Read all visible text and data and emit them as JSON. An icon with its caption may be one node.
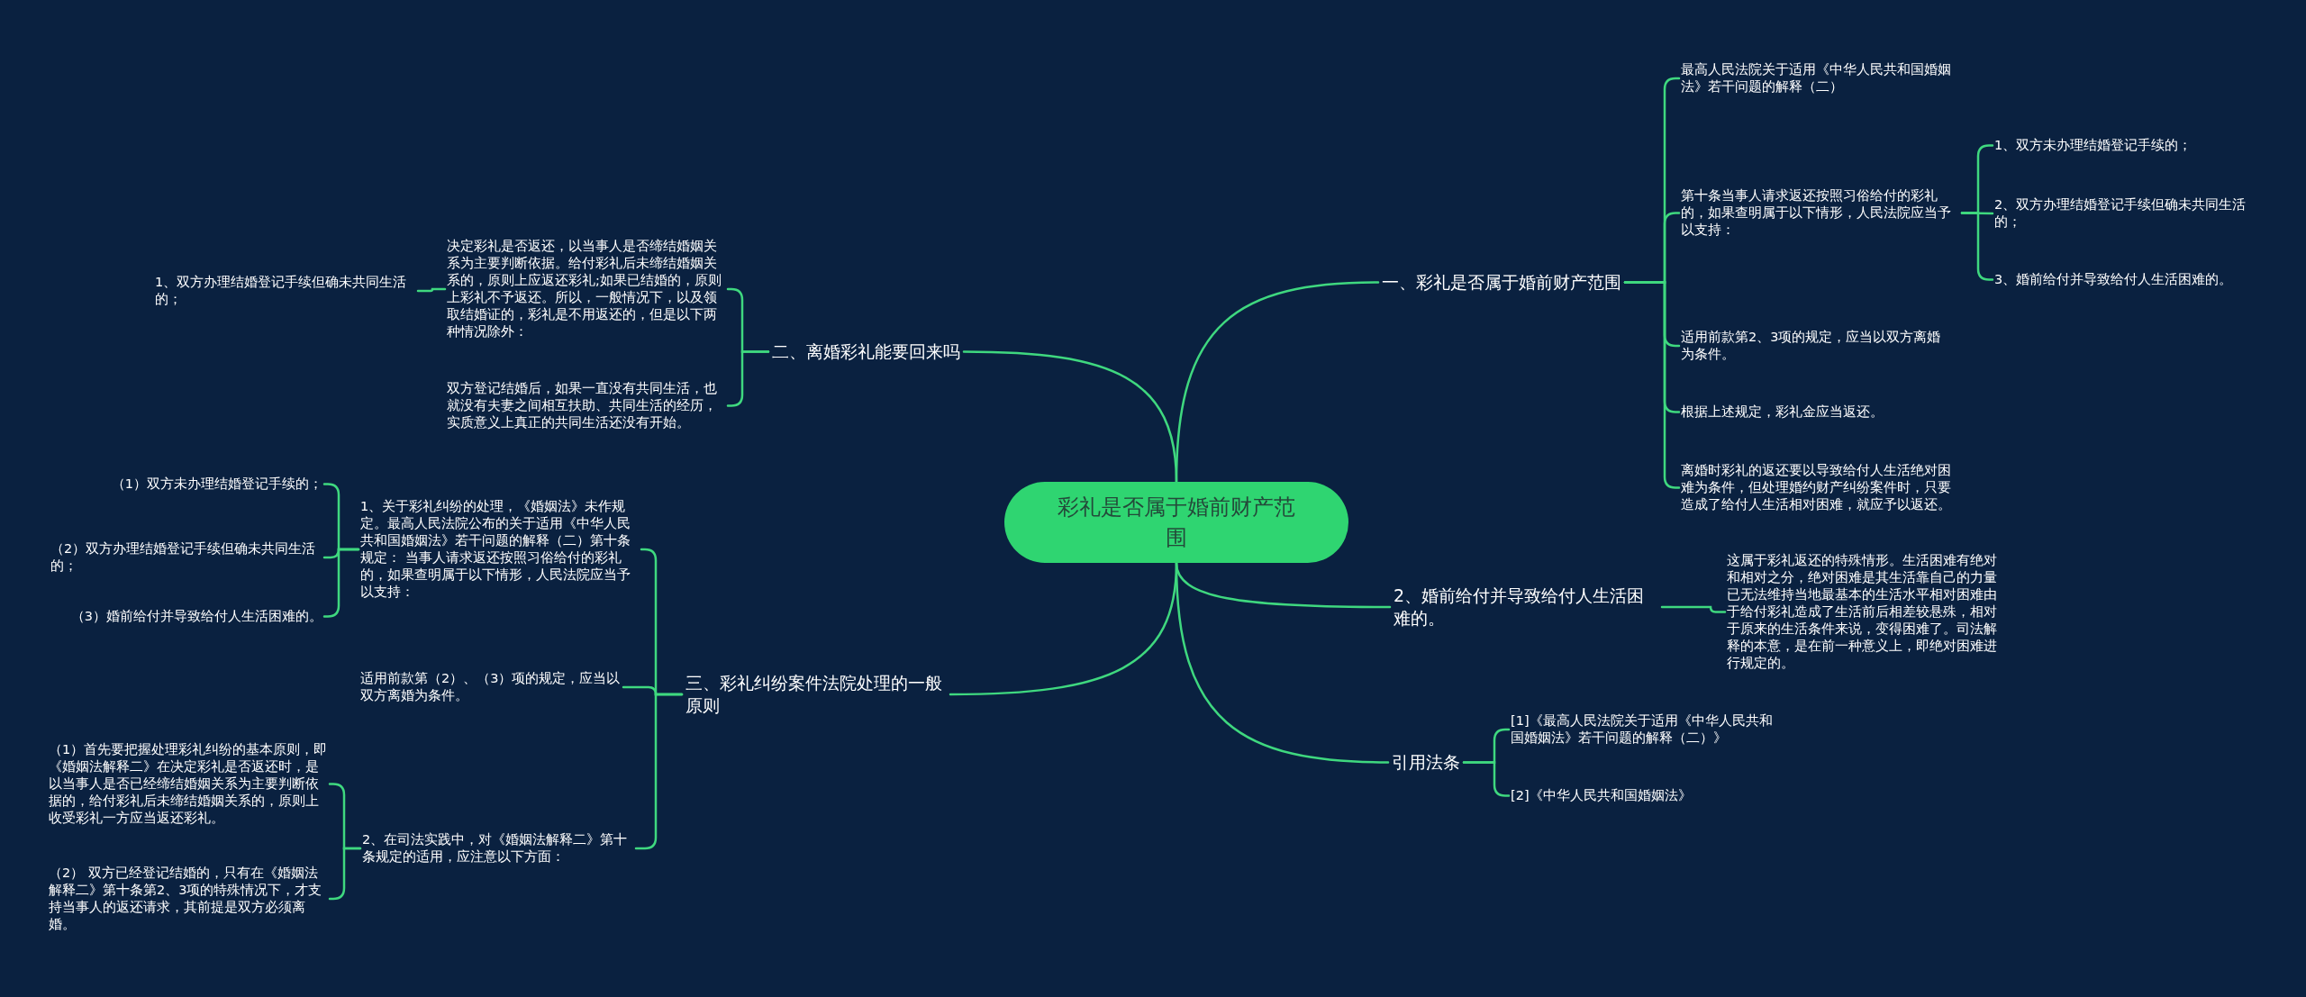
{
  "diagram": {
    "nodes": [
      {
        "text": [
          "彩礼是否属于婚前财产范围"
        ]
      },
      {
        "text": [
          "一、彩礼是否属于婚前财产范围"
        ]
      },
      {
        "text": [
          "最高人民法院关于适用《中华人民共和国婚姻法》若干问题的解释（二）"
        ]
      },
      {
        "text": [
          "第十条当事人请求返还按照习俗给付的彩礼的，如果查明属于以下情形，人民法院应当予以支持："
        ]
      },
      {
        "text": [
          "1、双方未办理结婚登记手续的；"
        ]
      },
      {
        "text": [
          "2、双方办理结婚登记手续但确未共同生活的；"
        ]
      },
      {
        "text": [
          "3、婚前给付并导致给付人生活困难的。"
        ]
      },
      {
        "text": [
          "适用前款第2、3项的规定，应当以双方离婚为条件。"
        ]
      },
      {
        "text": [
          "根据上述规定，彩礼金应当返还。"
        ]
      },
      {
        "text": [
          "离婚时彩礼的返还要以导致给付人生活绝对困难为条件，但处理婚约财产纠纷案件时，只要造成了给付人生活相对困难，就应予以返还。"
        ]
      },
      {
        "text": [
          "2、婚前给付并导致给付人生活困难的。"
        ]
      },
      {
        "text": [
          "这属于彩礼返还的特殊情形。生活困难有绝对和相对之分，绝对困难是其生活靠自己的力量已无法维持当地最基本的生活水平相对困难由于给付彩礼造成了生活前后相差较悬殊，相对于原来的生活条件来说，变得困难了。司法解释的本意，是在前一种意义上，即绝对困难进行规定的。"
        ]
      },
      {
        "text": [
          "引用法条"
        ]
      },
      {
        "text": [
          "[1]《最高人民法院关于适用《中华人民共和国婚姻法》若干问题的解释（二）》"
        ]
      },
      {
        "text": [
          "[2]《中华人民共和国婚姻法》"
        ]
      },
      {
        "text": [
          "二、离婚彩礼能要回来吗"
        ]
      },
      {
        "text": [
          "决定彩礼是否返还，以当事人是否缔结婚姻关系为主要判断依据。给付彩礼后未缔结婚姻关系的，原则上应返还彩礼;如果已结婚的，原则上彩礼不予返还。所以，一般情况下，以及领取结婚证的，彩礼是不用返还的，但是以下两种情况除外："
        ]
      },
      {
        "text": [
          "1、双方办理结婚登记手续但确未共同生活的；"
        ]
      },
      {
        "text": [
          "双方登记结婚后，如果一直没有共同生活，也就没有夫妻之间相互扶助、共同生活的经历，实质意义上真正的共同生活还没有开始。"
        ]
      },
      {
        "text": [
          "三、彩礼纠纷案件法院处理的一般原则"
        ]
      },
      {
        "text": [
          "1、关于彩礼纠纷的处理，《婚姻法》未作规定。最高人民法院公布的关于适用《中华人民共和国婚姻法》若干问题的解释（二）第十条规定： 当事人请求返还按照习俗给付的彩礼的，如果查明属于以下情形，人民法院应当予以支持："
        ]
      },
      {
        "text": [
          "（1）双方未办理结婚登记手续的；"
        ]
      },
      {
        "text": [
          "（2）双方办理结婚登记手续但确未共同生活的；"
        ]
      },
      {
        "text": [
          "（3）婚前给付并导致给付人生活困难的。"
        ]
      },
      {
        "text": [
          "适用前款第（2）、（3）项的规定，应当以双方离婚为条件。"
        ]
      },
      {
        "text": [
          "2、在司法实践中，对《婚姻法解释二》第十条规定的适用，应注意以下方面："
        ]
      },
      {
        "text": [
          "（1）首先要把握处理彩礼纠纷的基本原则，即《婚姻法解释二》在决定彩礼是否返还时，是以当事人是否已经缔结婚姻关系为主要判断依据的，给付彩礼后未缔结婚姻关系的，原则上收受彩礼一方应当返还彩礼。"
        ]
      },
      {
        "text": [
          "（2） 双方已经登记结婚的，只有在《婚姻法解释二》第十条第2、3项的特殊情况下，才支持当事人的返还请求，其前提是双方必须离婚。"
        ]
      }
    ],
    "edges": [
      {
        "from": 0,
        "to": 1,
        "arrow": "none"
      },
      {
        "from": 1,
        "to": 2,
        "arrow": "none"
      },
      {
        "from": 1,
        "to": 3,
        "arrow": "none"
      },
      {
        "from": 3,
        "to": 4,
        "arrow": "none"
      },
      {
        "from": 3,
        "to": 5,
        "arrow": "none"
      },
      {
        "from": 3,
        "to": 6,
        "arrow": "none"
      },
      {
        "from": 1,
        "to": 7,
        "arrow": "none"
      },
      {
        "from": 1,
        "to": 8,
        "arrow": "none"
      },
      {
        "from": 1,
        "to": 9,
        "arrow": "none"
      },
      {
        "from": 0,
        "to": 10,
        "arrow": "none"
      },
      {
        "from": 10,
        "to": 11,
        "arrow": "none"
      },
      {
        "from": 0,
        "to": 12,
        "arrow": "none"
      },
      {
        "from": 12,
        "to": 13,
        "arrow": "none"
      },
      {
        "from": 12,
        "to": 14,
        "arrow": "none"
      },
      {
        "from": 0,
        "to": 15,
        "arrow": "none"
      },
      {
        "from": 15,
        "to": 16,
        "arrow": "none"
      },
      {
        "from": 16,
        "to": 17,
        "arrow": "none"
      },
      {
        "from": 15,
        "to": 18,
        "arrow": "none"
      },
      {
        "from": 0,
        "to": 19,
        "arrow": "none"
      },
      {
        "from": 19,
        "to": 20,
        "arrow": "none"
      },
      {
        "from": 20,
        "to": 21,
        "arrow": "none"
      },
      {
        "from": 20,
        "to": 22,
        "arrow": "none"
      },
      {
        "from": 20,
        "to": 23,
        "arrow": "none"
      },
      {
        "from": 19,
        "to": 24,
        "arrow": "none"
      },
      {
        "from": 19,
        "to": 25,
        "arrow": "none"
      },
      {
        "from": 25,
        "to": 26,
        "arrow": "none"
      },
      {
        "from": 25,
        "to": 27,
        "arrow": "none"
      }
    ]
  }
}
